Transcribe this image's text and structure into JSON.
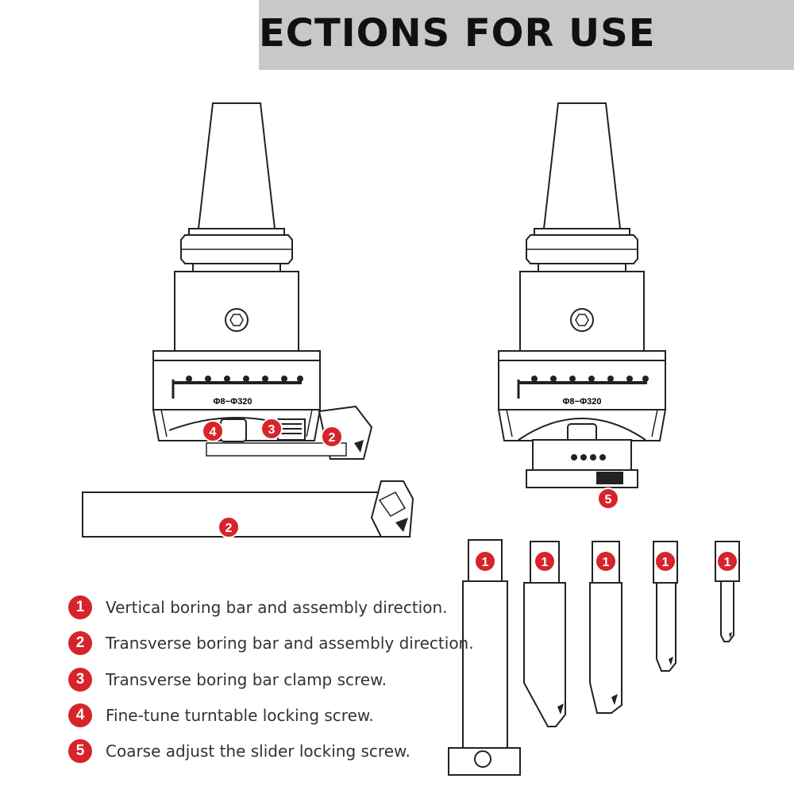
{
  "banner": {
    "title": "ECTIONS FOR USE"
  },
  "scale_label": "Φ8−Φ320",
  "callouts": {
    "left_head": [
      "4",
      "3",
      "2"
    ],
    "right_head": [
      "5"
    ],
    "transverse_bar": "2",
    "vertical_bars": [
      "1",
      "1",
      "1",
      "1",
      "1"
    ]
  },
  "legend": [
    {
      "number": "1",
      "text": "Vertical boring bar and assembly direction."
    },
    {
      "number": "2",
      "text": "Transverse boring bar and assembly direction."
    },
    {
      "number": "3",
      "text": "Transverse boring bar clamp screw."
    },
    {
      "number": "4",
      "text": "Fine-tune turntable locking screw."
    },
    {
      "number": "5",
      "text": "Coarse adjust the slider locking screw."
    }
  ],
  "colors": {
    "badge_red": "#d6242b",
    "banner_gray": "#c8c8c8",
    "line": "#222222"
  }
}
